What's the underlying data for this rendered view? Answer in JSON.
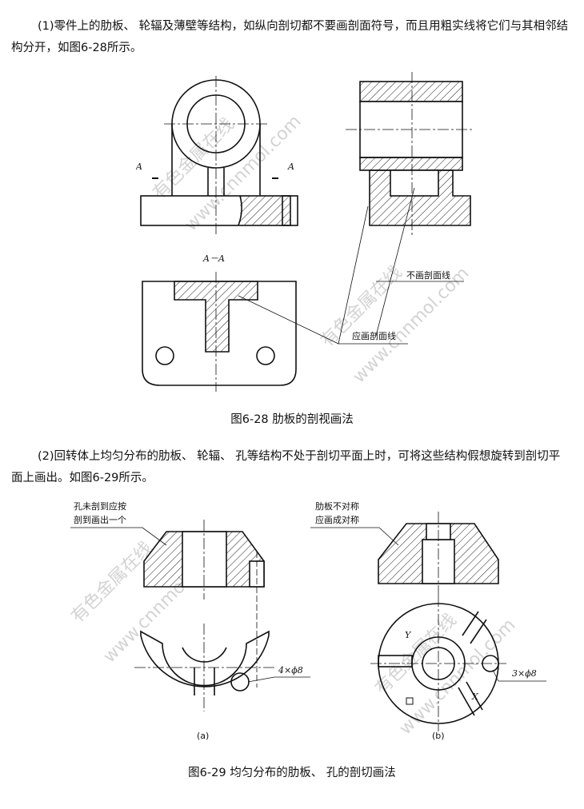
{
  "paragraph1": "(1)零件上的肋板、 轮辐及薄壁等结构，如纵向剖切都不要画剖面符号，而且用粗实线将它们与其相邻结构分开，如图6-28所示。",
  "figure1": {
    "label_A_left": "A",
    "label_A_right": "A",
    "section_label": "A－A",
    "callout_no_hatch": "不画剖面线",
    "callout_hatch": "应画剖面线",
    "watermark": "有色金属在线 www.cnnmol.com"
  },
  "caption1": "图6-28 肋板的剖视画法",
  "paragraph2": "(2)回转体上均匀分布的肋板、 轮辐、 孔等结构不处于剖切平面上时，可将这些结构假想旋转到剖切平面上画出。如图6-29所示。",
  "figure2": {
    "a_note_line1": "孔未剖到应按",
    "a_note_line2": "剖到画出一个",
    "a_hole_label": "4×ϕ8",
    "a_label": "(a)",
    "b_note_line1": "肋板不对称",
    "b_note_line2": "应画成对称",
    "b_hole_label": "3×ϕ8",
    "b_label": "(b)",
    "label_Y": "Y",
    "label_X": "X",
    "watermark": "有色金属在线 www.cnnmol.com"
  },
  "caption2": "图6-29 均匀分布的肋板、 孔的剖切画法"
}
